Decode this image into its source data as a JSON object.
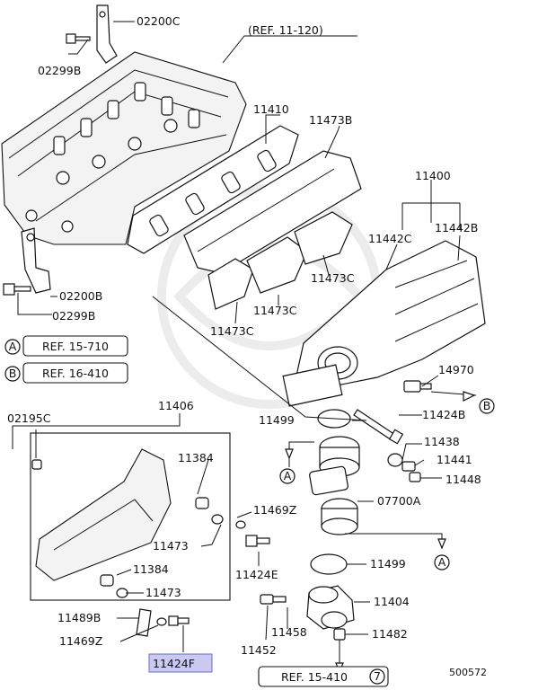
{
  "diagram": {
    "diagram_number": "500572",
    "parts": [
      {
        "id": "p02200c",
        "label": "02200C"
      },
      {
        "id": "p02299b_top",
        "label": "02299B"
      },
      {
        "id": "pref11120",
        "label": "(REF. 11-120)"
      },
      {
        "id": "p11410",
        "label": "11410"
      },
      {
        "id": "p11473b",
        "label": "11473B"
      },
      {
        "id": "p11400",
        "label": "11400"
      },
      {
        "id": "p11442c",
        "label": "11442C"
      },
      {
        "id": "p11442b",
        "label": "11442B"
      },
      {
        "id": "p11473c_a",
        "label": "11473C"
      },
      {
        "id": "p11473c_b",
        "label": "11473C"
      },
      {
        "id": "p11473c_c",
        "label": "11473C"
      },
      {
        "id": "p02200b",
        "label": "02200B"
      },
      {
        "id": "p02299b_bot",
        "label": "02299B"
      },
      {
        "id": "p14970",
        "label": "14970"
      },
      {
        "id": "p11424b",
        "label": "11424B"
      },
      {
        "id": "p11406",
        "label": "11406"
      },
      {
        "id": "p02195c",
        "label": "02195C"
      },
      {
        "id": "p11499_a",
        "label": "11499"
      },
      {
        "id": "p11438",
        "label": "11438"
      },
      {
        "id": "p11441",
        "label": "11441"
      },
      {
        "id": "p11448",
        "label": "11448"
      },
      {
        "id": "p11384_a",
        "label": "11384"
      },
      {
        "id": "p07700a",
        "label": "07700A"
      },
      {
        "id": "p11473_a",
        "label": "11473"
      },
      {
        "id": "p11469z_a",
        "label": "11469Z"
      },
      {
        "id": "p11424e",
        "label": "11424E"
      },
      {
        "id": "p11499_b",
        "label": "11499"
      },
      {
        "id": "p11384_b",
        "label": "11384"
      },
      {
        "id": "p11473_b",
        "label": "11473"
      },
      {
        "id": "p11404",
        "label": "11404"
      },
      {
        "id": "p11489b",
        "label": "11489B"
      },
      {
        "id": "p11458",
        "label": "11458"
      },
      {
        "id": "p11482",
        "label": "11482"
      },
      {
        "id": "p11469z_b",
        "label": "11469Z"
      },
      {
        "id": "p11452",
        "label": "11452"
      },
      {
        "id": "p11424f",
        "label": "11424F"
      }
    ],
    "references": [
      {
        "id": "refA",
        "marker": "A",
        "label": "REF. 15-710"
      },
      {
        "id": "refB",
        "marker": "B",
        "label": "REF. 16-410"
      },
      {
        "id": "ref7",
        "marker": "7",
        "label": "REF. 15-410"
      }
    ],
    "connector_markers": [
      "A",
      "B",
      "A",
      "A"
    ],
    "highlighted_part": "11424F"
  }
}
